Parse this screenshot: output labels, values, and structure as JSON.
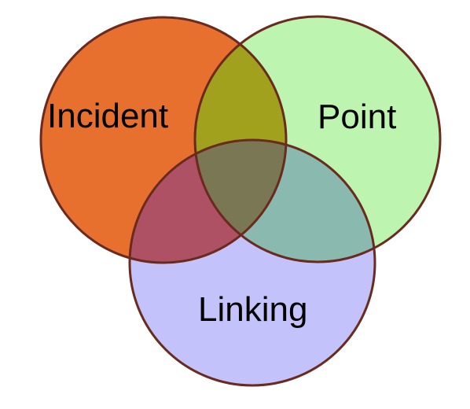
{
  "venn": {
    "sets": [
      {
        "id": "incident",
        "label": "Incident",
        "color": "#E8702F"
      },
      {
        "id": "point",
        "label": "Point",
        "color": "#BDF5B0"
      },
      {
        "id": "linking",
        "label": "Linking",
        "color": "#C4C2FA"
      }
    ],
    "intersection_colors": {
      "incident_point": "#A1A11E",
      "incident_linking": "#AF5164",
      "point_linking": "#8ABAAF",
      "all": "#7A7754"
    },
    "outline_color": "#6A2A1E"
  }
}
